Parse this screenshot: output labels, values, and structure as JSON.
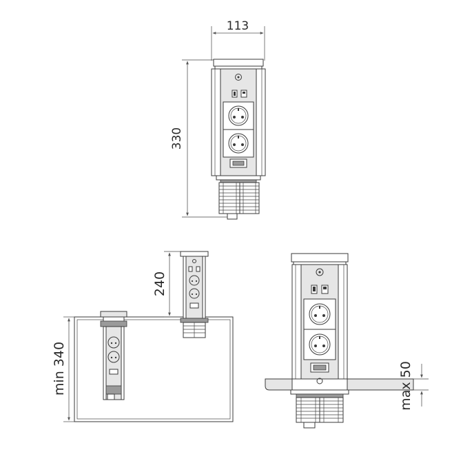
{
  "diagram": {
    "dimensions": {
      "width": "113",
      "height": "330",
      "raised": "240",
      "cabinet_depth": "min 340",
      "worktop_thickness": "max 50"
    },
    "colors": {
      "line": "#3a3a3a",
      "panel": "#e6e6e6",
      "dark": "#9a9a9a"
    }
  }
}
